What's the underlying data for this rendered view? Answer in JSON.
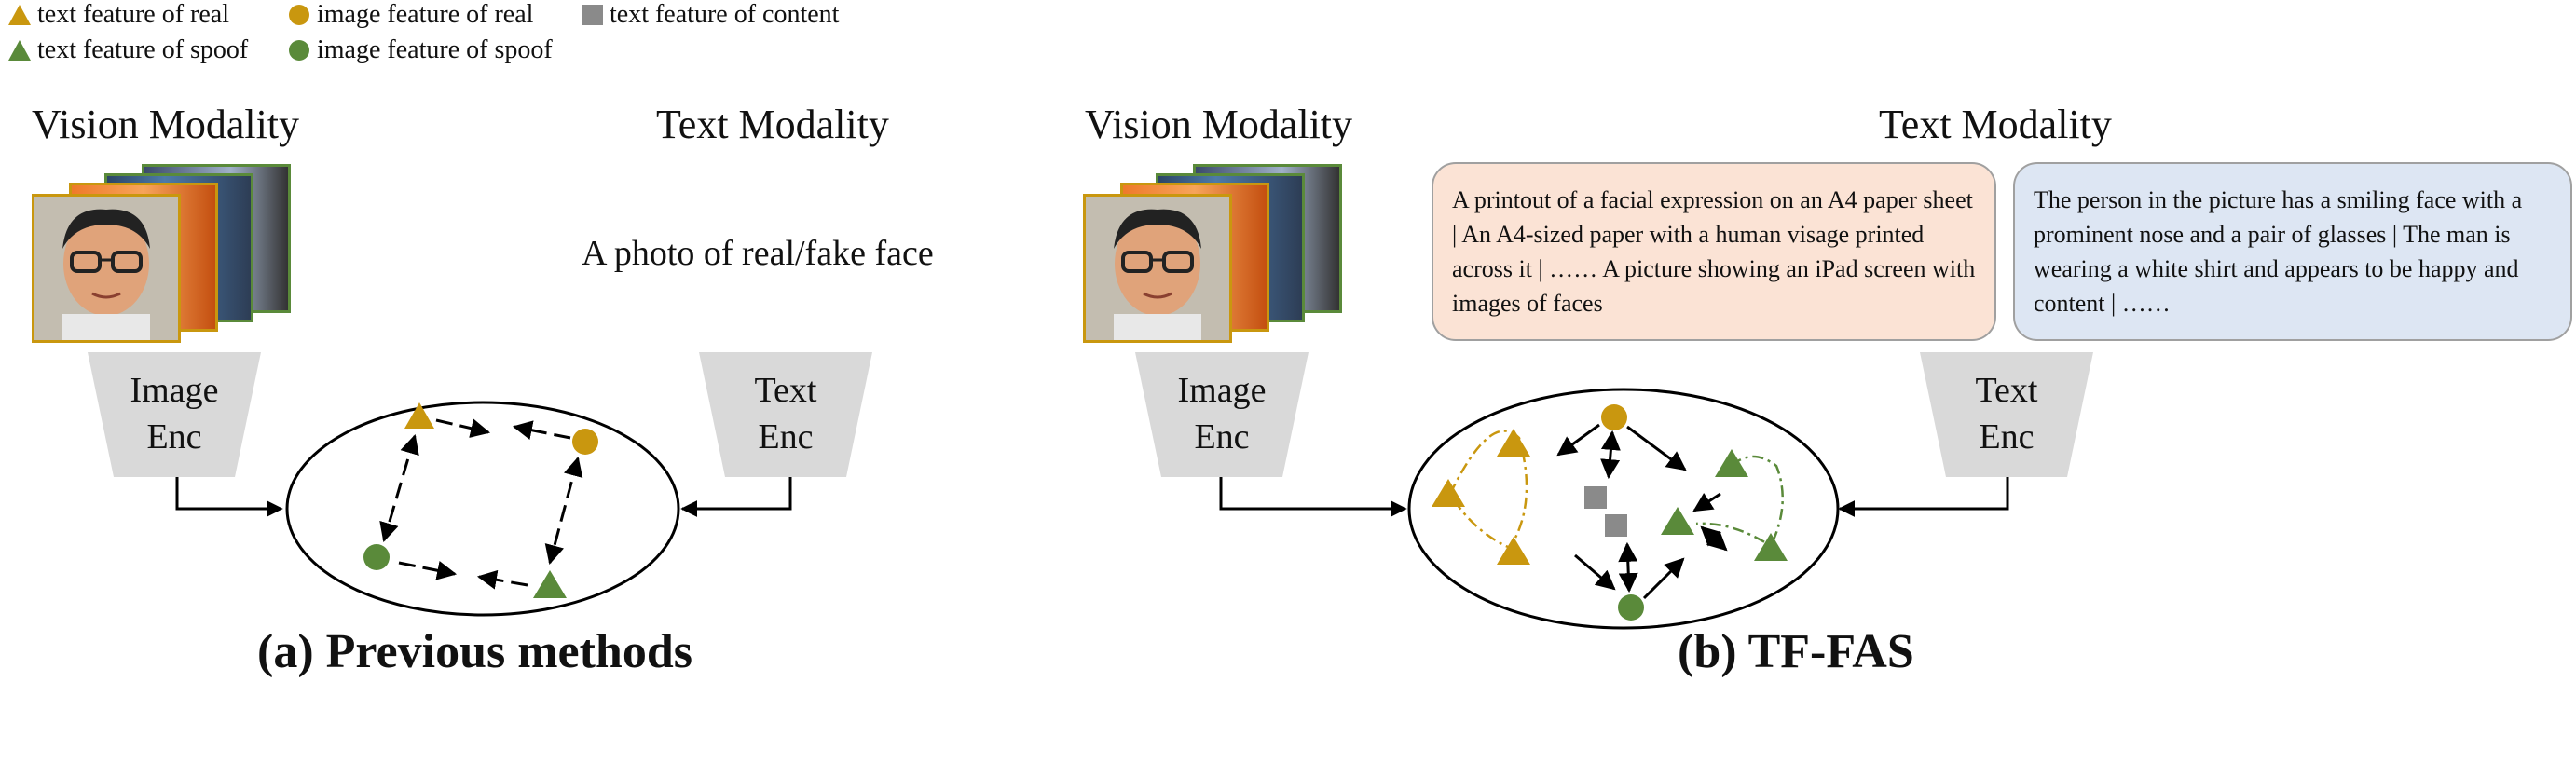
{
  "legend": [
    {
      "label": "text feature of real",
      "shape": "triangle",
      "color": "#c9970f"
    },
    {
      "label": "image feature of real",
      "shape": "circle",
      "color": "#c9970f"
    },
    {
      "label": "text feature of content",
      "shape": "square",
      "color": "#8a8a8a"
    },
    {
      "label": "text feature of spoof",
      "shape": "triangle",
      "color": "#5a8a3a"
    },
    {
      "label": "image feature of spoof",
      "shape": "circle",
      "color": "#5a8a3a"
    }
  ],
  "colors": {
    "real": "#c9970f",
    "spoof": "#5a8a3a",
    "content": "#8a8a8a",
    "encoder": "#d9d9d9",
    "spoof_prompt_bg": "#fbe3d5",
    "content_prompt_bg": "#dde6f3"
  },
  "panel_a": {
    "vision_heading": "Vision Modality",
    "text_heading": "Text Modality",
    "text_prompt": "A photo of real/fake face",
    "image_encoder": "Image\nEnc",
    "text_encoder": "Text\nEnc",
    "caption": "(a) Previous methods"
  },
  "panel_b": {
    "vision_heading": "Vision Modality",
    "text_heading": "Text Modality",
    "spoof_prompts": "A printout of a facial expression on an A4 paper sheet | An A4-sized paper with a human visage printed across it |  …… A picture showing an iPad screen with images of faces",
    "content_prompts": "The person in the picture has a smiling face with a prominent nose and a pair of glasses | The man is wearing a white shirt and appears to be happy and content | ……",
    "image_encoder": "Image\nEnc",
    "text_encoder": "Text\nEnc",
    "caption": "(b) TF-FAS"
  }
}
